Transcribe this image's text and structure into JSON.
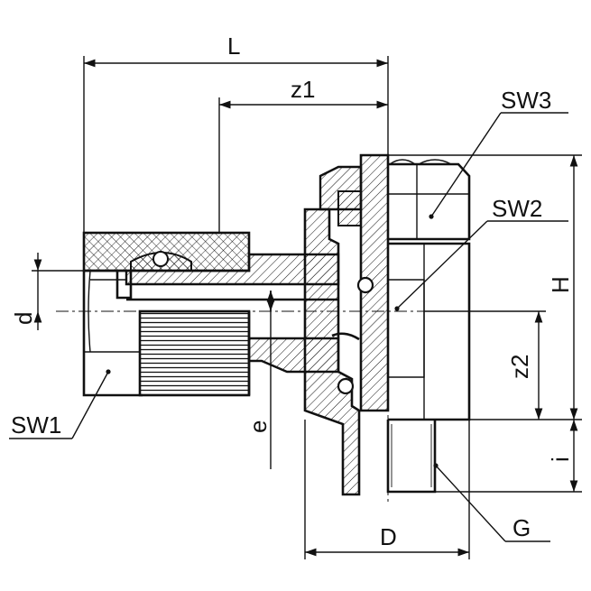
{
  "labels": {
    "L": "L",
    "z1": "z1",
    "SW3": "SW3",
    "SW2": "SW2",
    "H": "H",
    "d": "d",
    "z2": "z2",
    "SW1": "SW1",
    "e": "e",
    "i": "i",
    "D": "D",
    "G": "G"
  }
}
